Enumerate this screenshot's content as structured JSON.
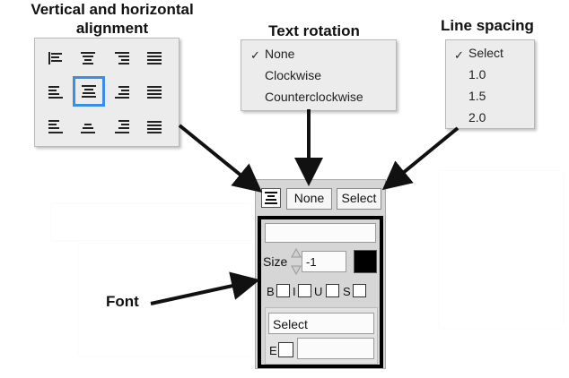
{
  "labels": {
    "alignment": "Vertical and horizontal alignment",
    "rotation": "Text rotation",
    "spacing": "Line spacing",
    "font": "Font"
  },
  "rotation_menu": {
    "items": [
      "None",
      "Clockwise",
      "Counterclockwise"
    ],
    "checked_index": 0,
    "check_mark": "✓"
  },
  "spacing_menu": {
    "items": [
      "Select",
      "1.0",
      "1.5",
      "2.0"
    ],
    "checked_index": 0,
    "check_mark": "✓"
  },
  "alignment_grid": {
    "rows": 3,
    "cols": 4,
    "selected": "middle-center",
    "icons": [
      "align-left-icon",
      "align-center-icon",
      "align-right-icon",
      "align-justify-icon"
    ]
  },
  "toolbar": {
    "rotation_value": "None",
    "spacing_value": "Select"
  },
  "font_panel": {
    "font_name_value": "",
    "size_label": "Size",
    "size_value": "-1",
    "color": "#000000",
    "bold_label": "B",
    "italic_label": "I",
    "underline_label": "U",
    "strike_label": "S",
    "select_value": "Select",
    "e_label": "E",
    "e_value": ""
  },
  "colors": {
    "selection": "#3a8ee6",
    "arrow": "#111111"
  }
}
